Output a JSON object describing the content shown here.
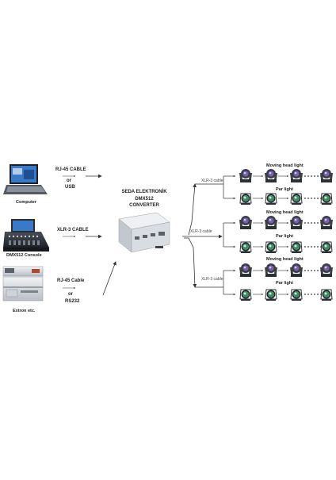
{
  "sources": [
    {
      "name": "Computer",
      "cable_line1": "RJ-45 CABLE",
      "cable_line2": "or",
      "cable_line3": "USB"
    },
    {
      "name": "DMX512 Console",
      "cable_line1": "XLR-3 CABLE",
      "cable_line2": "",
      "cable_line3": ""
    },
    {
      "name": "Extron etc.",
      "cable_line1": "RJ-45 Cable",
      "cable_line2": "or",
      "cable_line3": "RS232"
    }
  ],
  "converter": {
    "line1": "SEDA ELEKTRONİK",
    "line2": "DMX512",
    "line3": "CONVERTER"
  },
  "branches": [
    {
      "cable": "XLR-3 cable",
      "moving_label": "Moving head light",
      "par_label": "Par light"
    },
    {
      "cable": "XLR-3 cable",
      "moving_label": "Moving head light",
      "par_label": "Par light"
    },
    {
      "cable": "XLR-3 cable",
      "moving_label": "Moving head light",
      "par_label": "Par light"
    }
  ],
  "colors": {
    "arrow": "#333333",
    "device_dark": "#2b2f36",
    "device_silver": "#cfd3d8",
    "lens_purple": "#7b5fb0",
    "screen_blue": "#3a78c8"
  }
}
